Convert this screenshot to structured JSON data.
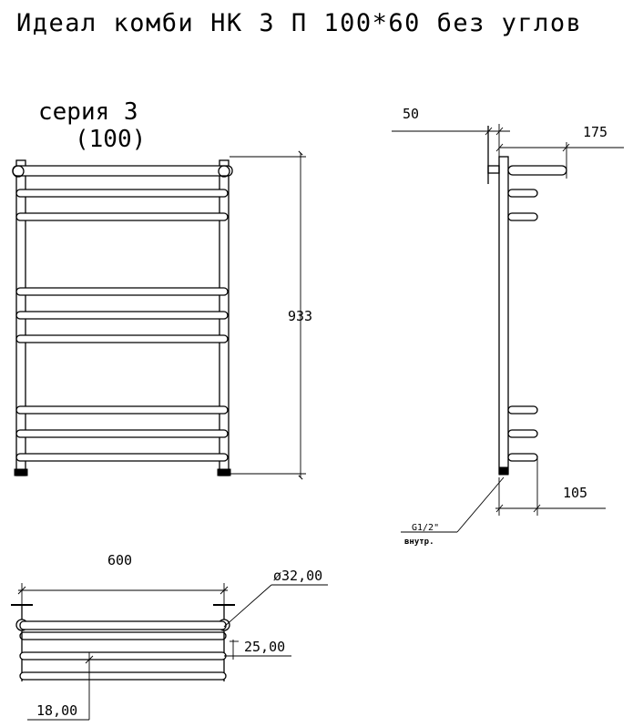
{
  "title": "Идеал комби НК 3 П 100*60 без углов",
  "series_line1": "серия 3",
  "series_line2": "(100)",
  "dims": {
    "height": "933",
    "offset_wall": "50",
    "depth": "175",
    "connection_depth": "105",
    "width": "600",
    "tube_diameter": "ø32,00",
    "rail_spacing": "25,00",
    "rail_diameter": "18,00"
  },
  "thread_label": "G1/2\"",
  "thread_sub": "внутр.",
  "colors": {
    "line": "#000000",
    "background": "#ffffff"
  }
}
